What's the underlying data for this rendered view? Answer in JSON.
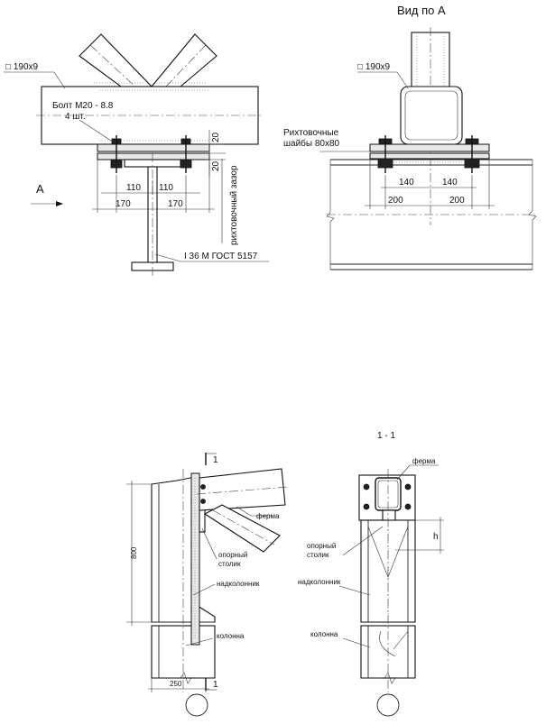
{
  "top_left": {
    "profile": "□ 190x9",
    "bolt": "Болт М20 - 8.8",
    "bolt_count": "4 шт.",
    "dim_20a": "20",
    "dim_20b": "20",
    "gap_label": "рихтовочный зазор",
    "dim_110a": "110",
    "dim_110b": "110",
    "dim_170a": "170",
    "dim_170b": "170",
    "beam_label": "I 36 М ГОСТ 5157",
    "view_arrow_label": "А"
  },
  "top_right": {
    "title": "Вид по А",
    "profile": "□ 190x9",
    "washers_line1": "Рихтовочные",
    "washers_line2": "шайбы 80x80",
    "dim_140a": "140",
    "dim_140b": "140",
    "dim_200a": "200",
    "dim_200b": "200"
  },
  "bottom_left": {
    "section_mark_top": "1",
    "section_mark_bottom": "1",
    "height_dim": "800",
    "truss": "ферма",
    "support_line1": "опорный",
    "support_line2": "столик",
    "upper_column": "надколонник",
    "column": "колонна",
    "width_dim": "250"
  },
  "bottom_right": {
    "title": "1 - 1",
    "truss": "ферма",
    "support_line1": "опорный",
    "support_line2": "столик",
    "h_dim": "h",
    "upper_column": "надколонник",
    "column": "колонна"
  }
}
